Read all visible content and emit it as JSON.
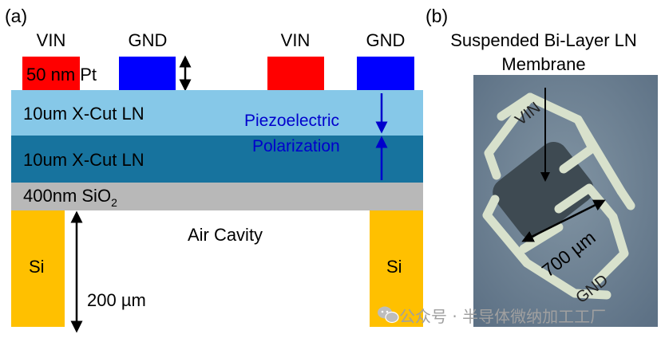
{
  "panel_a": {
    "label": "(a)",
    "electrodes": {
      "vin_left": "VIN",
      "gnd_left": "GND",
      "vin_right": "VIN",
      "gnd_right": "GND",
      "thickness_label": "50 nm Pt"
    },
    "layers": {
      "top_ln": "10um X-Cut LN",
      "bottom_ln": "10um X-Cut LN",
      "oxide_prefix": "400nm SiO",
      "oxide_subscript": "2"
    },
    "polarization": {
      "line1": "Piezoelectric",
      "line2": "Polarization"
    },
    "substrate": {
      "left": "Si",
      "right": "Si"
    },
    "cavity_label": "Air Cavity",
    "depth_label": "200 µm"
  },
  "panel_b": {
    "label": "(b)",
    "title_line1": "Suspended Bi-Layer LN",
    "title_line2": "Membrane",
    "vin_label": "VIN",
    "gnd_label": "GND",
    "scale_label": "700 µm"
  },
  "watermark": {
    "text": "公众号 · 半导体微纳加工工厂"
  },
  "colors": {
    "electrode_vin": "#ff0000",
    "electrode_gnd": "#0000ff",
    "top_ln": "#86c8e8",
    "bottom_ln": "#17739e",
    "oxide": "#b8b8b8",
    "silicon": "#ffc000",
    "polarization_text": "#0000cc",
    "photo_bg": "#6d8294",
    "trace_color": "#d8e1cc"
  }
}
